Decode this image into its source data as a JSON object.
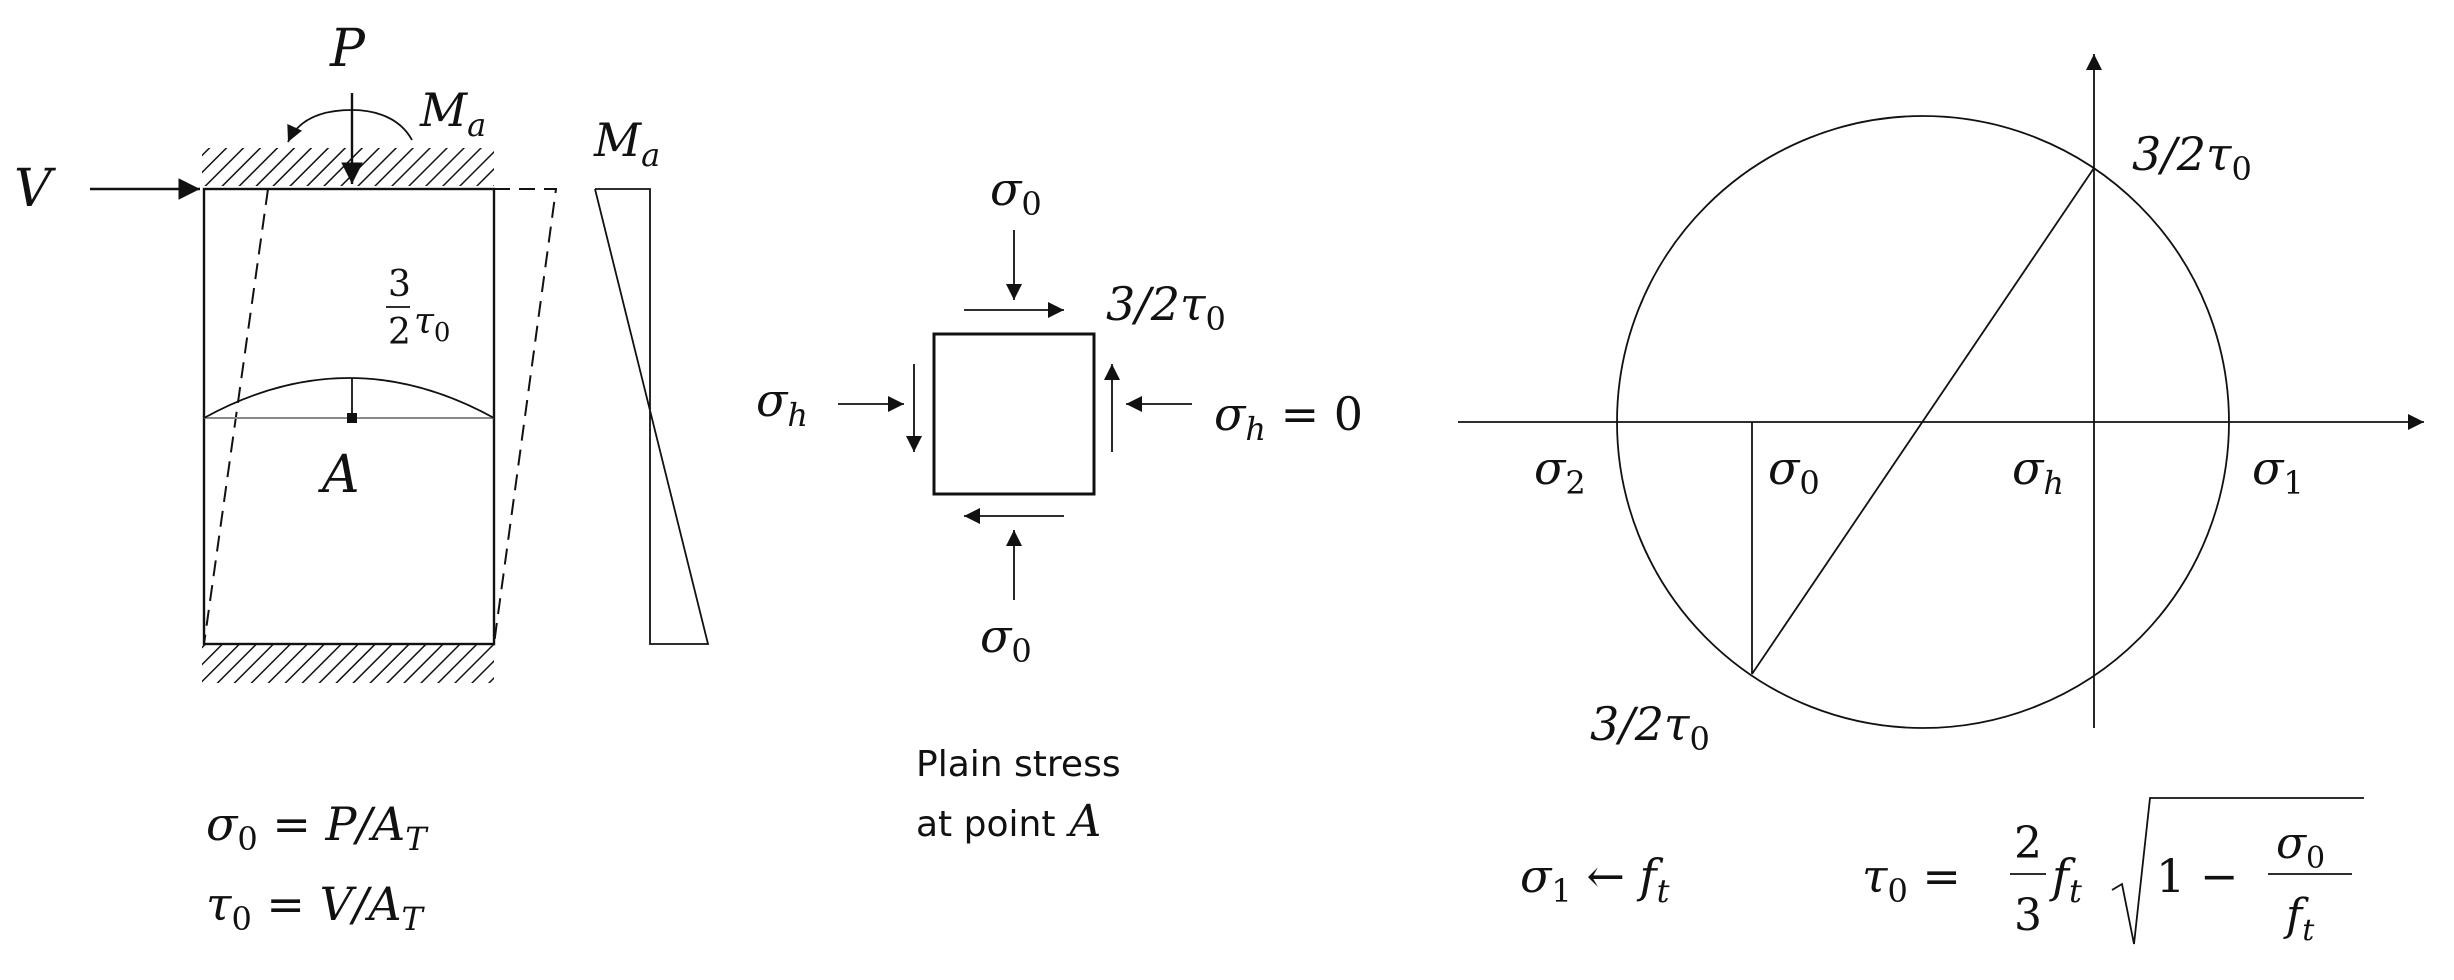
{
  "wall_panel": {
    "load_P": "P",
    "moment_label": "M",
    "moment_sub": "a",
    "shear_V": "V",
    "stress_num": "3",
    "stress_den": "2",
    "stress_tau": "τ",
    "stress_tau_sub": "0",
    "point_label": "A",
    "moment_diagram_label": "M",
    "moment_diagram_sub": "a"
  },
  "equations_left": {
    "eq1_lhs": "σ",
    "eq1_lhs_sub": "0",
    "eq1_rhs": " = P/A",
    "eq1_rhs_sub": "T",
    "eq2_lhs": "τ",
    "eq2_lhs_sub": "0",
    "eq2_rhs": " = V/A",
    "eq2_rhs_sub": "T"
  },
  "stress_element": {
    "top_sigma": "σ",
    "top_sigma_sub": "0",
    "shear_prefix": "3/2τ",
    "shear_sub": "0",
    "left_sigma": "σ",
    "left_sigma_sub": "h",
    "right_sigma": "σ",
    "right_sigma_sub": "h",
    "right_eq": " = 0",
    "bottom_sigma": "σ",
    "bottom_sigma_sub": "0",
    "caption_line1": "Plain stress",
    "caption_line2": "at point",
    "caption_point": "A"
  },
  "mohr_circle": {
    "top_label": "3/2τ",
    "top_label_sub": "0",
    "bottom_label": "3/2τ",
    "bottom_label_sub": "0",
    "sigma2": "σ",
    "sigma2_sub": "2",
    "sigma0": "σ",
    "sigma0_sub": "0",
    "sigmah": "σ",
    "sigmah_sub": "h",
    "sigma1": "σ",
    "sigma1_sub": "1"
  },
  "equations_right": {
    "eq1_lhs": "σ",
    "eq1_lhs_sub": "1",
    "eq1_arrow": " ← f",
    "eq1_sub": "t",
    "eq2_lhs": "τ",
    "eq2_lhs_sub": "0",
    "eq2_eq": " =",
    "frac_num": "2",
    "frac_den": "3",
    "f": "f",
    "f_sub": "t",
    "root_text": "1 −",
    "root_num": "σ",
    "root_num_sub": "0",
    "root_den": "f",
    "root_den_sub": "t"
  }
}
